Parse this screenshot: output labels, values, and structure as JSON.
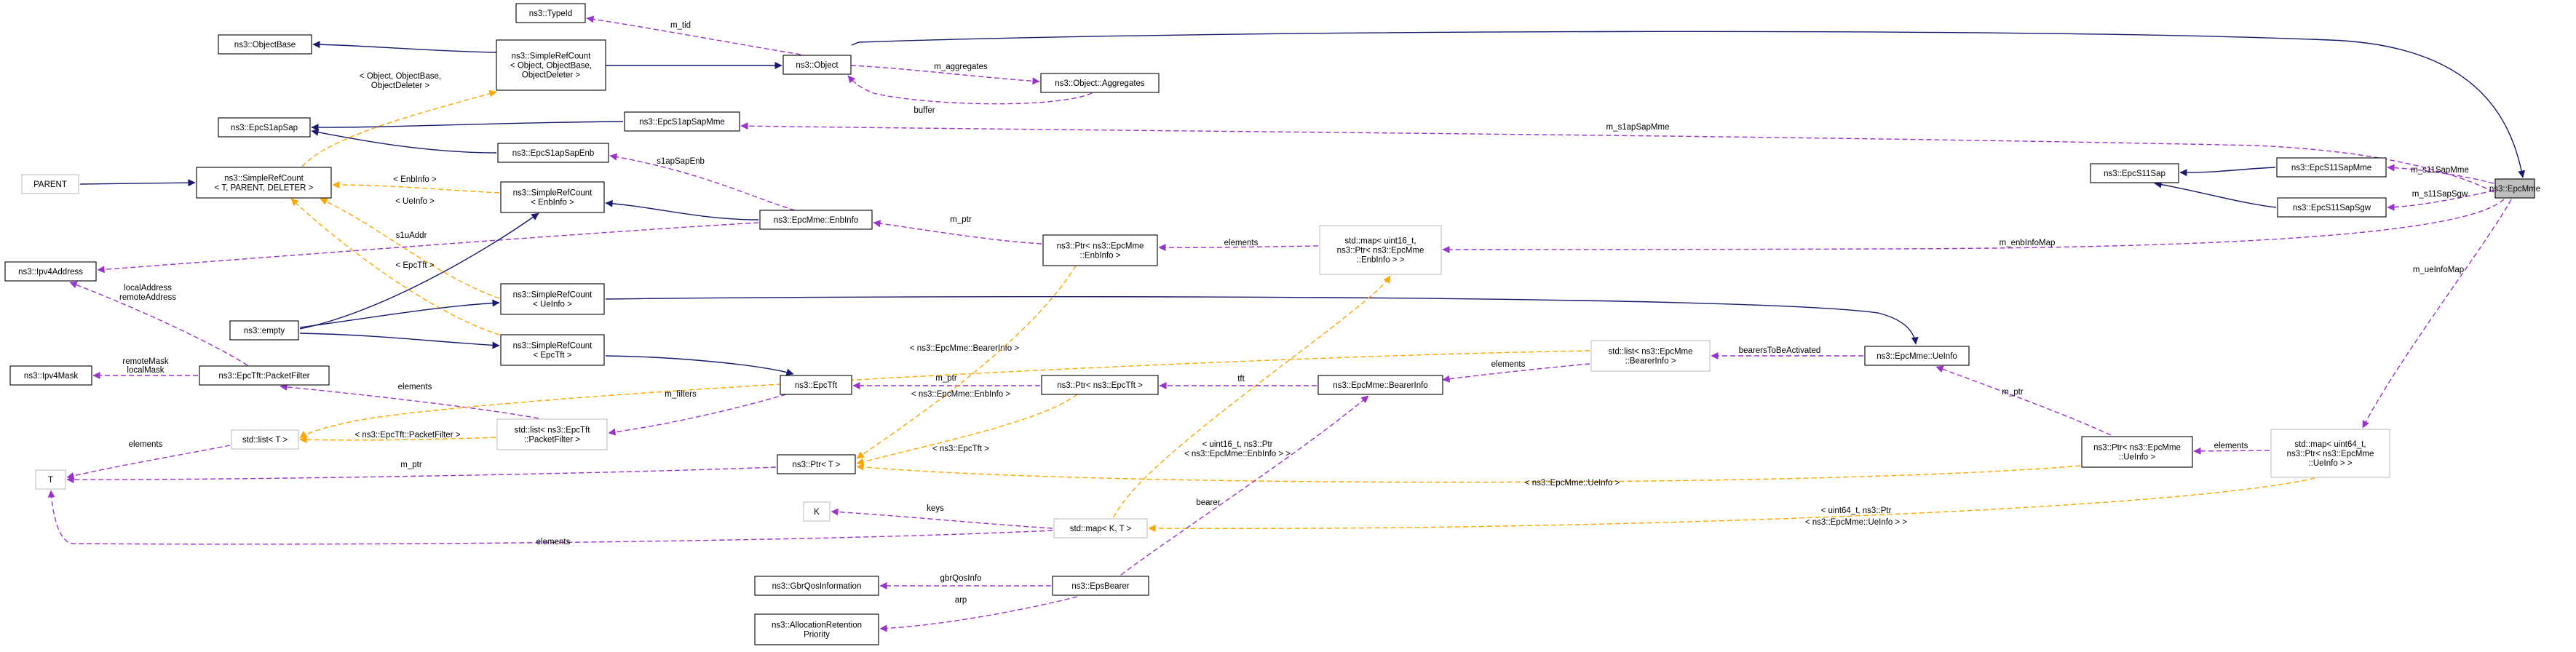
{
  "nodes": [
    {
      "id": "EpcMme",
      "lines": [
        "ns3::EpcMme"
      ],
      "style": "focus"
    },
    {
      "id": "Object",
      "lines": [
        "ns3::Object"
      ],
      "style": "normal"
    },
    {
      "id": "TypeId",
      "lines": [
        "ns3::TypeId"
      ],
      "style": "normal"
    },
    {
      "id": "ObjectBase",
      "lines": [
        "ns3::ObjectBase"
      ],
      "style": "normal"
    },
    {
      "id": "SRCObject",
      "lines": [
        "ns3::SimpleRefCount",
        "< Object, ObjectBase,",
        "ObjectDeleter >"
      ],
      "style": "normal"
    },
    {
      "id": "Aggregates",
      "lines": [
        "ns3::Object::Aggregates"
      ],
      "style": "normal"
    },
    {
      "id": "EpcS1apSap",
      "lines": [
        "ns3::EpcS1apSap"
      ],
      "style": "normal"
    },
    {
      "id": "EpcS1apSapMme",
      "lines": [
        "ns3::EpcS1apSapMme"
      ],
      "style": "normal"
    },
    {
      "id": "EpcS1apSapEnb",
      "lines": [
        "ns3::EpcS1apSapEnb"
      ],
      "style": "normal"
    },
    {
      "id": "PARENT",
      "lines": [
        "PARENT"
      ],
      "style": "gray"
    },
    {
      "id": "SRCTpl",
      "lines": [
        "ns3::SimpleRefCount",
        "< T, PARENT, DELETER >"
      ],
      "style": "normal"
    },
    {
      "id": "SRCEnbInfo",
      "lines": [
        "ns3::SimpleRefCount",
        "< EnbInfo >"
      ],
      "style": "normal"
    },
    {
      "id": "EnbInfo",
      "lines": [
        "ns3::EpcMme::EnbInfo"
      ],
      "style": "normal"
    },
    {
      "id": "Ipv4Address",
      "lines": [
        "ns3::Ipv4Address"
      ],
      "style": "normal"
    },
    {
      "id": "Empty",
      "lines": [
        "ns3::empty"
      ],
      "style": "normal"
    },
    {
      "id": "SRCUeInfo",
      "lines": [
        "ns3::SimpleRefCount",
        "< UeInfo >"
      ],
      "style": "normal"
    },
    {
      "id": "SRCEpcTft",
      "lines": [
        "ns3::SimpleRefCount",
        "< EpcTft >"
      ],
      "style": "normal"
    },
    {
      "id": "Ipv4Mask",
      "lines": [
        "ns3::Ipv4Mask"
      ],
      "style": "normal"
    },
    {
      "id": "PacketFilter",
      "lines": [
        "ns3::EpcTft::PacketFilter"
      ],
      "style": "normal"
    },
    {
      "id": "ListT",
      "lines": [
        "std::list< T >"
      ],
      "style": "gray"
    },
    {
      "id": "ListPF",
      "lines": [
        "std::list< ns3::EpcTft",
        "::PacketFilter >"
      ],
      "style": "gray"
    },
    {
      "id": "EpcTft",
      "lines": [
        "ns3::EpcTft"
      ],
      "style": "normal"
    },
    {
      "id": "PtrEnbInfo",
      "lines": [
        "ns3::Ptr< ns3::EpcMme",
        "::EnbInfo >"
      ],
      "style": "normal"
    },
    {
      "id": "MapEnb",
      "lines": [
        "std::map< uint16_t,",
        "ns3::Ptr< ns3::EpcMme",
        "::EnbInfo > >"
      ],
      "style": "gray"
    },
    {
      "id": "ListBearer",
      "lines": [
        "std::list< ns3::EpcMme",
        "::BearerInfo >"
      ],
      "style": "gray"
    },
    {
      "id": "UeInfo",
      "lines": [
        "ns3::EpcMme::UeInfo"
      ],
      "style": "normal"
    },
    {
      "id": "EpcS11Sap",
      "lines": [
        "ns3::EpcS11Sap"
      ],
      "style": "normal"
    },
    {
      "id": "EpcS11SapMme",
      "lines": [
        "ns3::EpcS11SapMme"
      ],
      "style": "normal"
    },
    {
      "id": "EpcS11SapSgw",
      "lines": [
        "ns3::EpcS11SapSgw"
      ],
      "style": "normal"
    },
    {
      "id": "T",
      "lines": [
        "T"
      ],
      "style": "gray"
    },
    {
      "id": "PtrT",
      "lines": [
        "ns3::Ptr< T >"
      ],
      "style": "normal"
    },
    {
      "id": "PtrEpcTft",
      "lines": [
        "ns3::Ptr< ns3::EpcTft >"
      ],
      "style": "normal"
    },
    {
      "id": "BearerInfo",
      "lines": [
        "ns3::EpcMme::BearerInfo"
      ],
      "style": "normal"
    },
    {
      "id": "PtrUeInfo",
      "lines": [
        "ns3::Ptr< ns3::EpcMme",
        "::UeInfo >"
      ],
      "style": "normal"
    },
    {
      "id": "MapUe",
      "lines": [
        "std::map< uint64_t,",
        "ns3::Ptr< ns3::EpcMme",
        "::UeInfo > >"
      ],
      "style": "gray"
    },
    {
      "id": "K",
      "lines": [
        "K"
      ],
      "style": "gray"
    },
    {
      "id": "MapKT",
      "lines": [
        "std::map< K, T >"
      ],
      "style": "gray"
    },
    {
      "id": "EpsBearer",
      "lines": [
        "ns3::EpsBearer"
      ],
      "style": "normal"
    },
    {
      "id": "GbrQos",
      "lines": [
        "ns3::GbrQosInformation"
      ],
      "style": "normal"
    },
    {
      "id": "AllocRet",
      "lines": [
        "ns3::AllocationRetention",
        "Priority"
      ],
      "style": "normal"
    }
  ],
  "edges": [
    {
      "from": "Object",
      "to": "EpcMme",
      "kind": "inherit",
      "label": []
    },
    {
      "from": "SRCObject",
      "to": "Object",
      "kind": "inherit",
      "label": []
    },
    {
      "from": "ObjectBase",
      "to": "SRCObject",
      "kind": "inherit",
      "label": []
    },
    {
      "from": "TypeId",
      "to": "Object",
      "kind": "use",
      "label": [
        "m_tid"
      ]
    },
    {
      "from": "Object",
      "to": "Aggregates",
      "kind": "use",
      "label": [
        "m_aggregates"
      ]
    },
    {
      "from": "Aggregates",
      "to": "Object",
      "kind": "use",
      "label": [
        "buffer"
      ]
    },
    {
      "from": "SRCTpl",
      "to": "SRCObject",
      "kind": "template",
      "label": [
        "< Object, ObjectBase,",
        "ObjectDeleter >"
      ]
    },
    {
      "from": "EpcS1apSap",
      "to": "EpcS1apSapMme",
      "kind": "inherit",
      "label": []
    },
    {
      "from": "EpcS1apSap",
      "to": "EpcS1apSapEnb",
      "kind": "inherit",
      "label": []
    },
    {
      "from": "EpcS1apSapMme",
      "to": "EpcMme",
      "kind": "use",
      "label": [
        "m_s1apSapMme"
      ]
    },
    {
      "from": "PARENT",
      "to": "SRCTpl",
      "kind": "inherit",
      "label": []
    },
    {
      "from": "SRCTpl",
      "to": "SRCEnbInfo",
      "kind": "template",
      "label": [
        "< EnbInfo >"
      ]
    },
    {
      "from": "SRCTpl",
      "to": "SRCUeInfo",
      "kind": "template",
      "label": [
        "< UeInfo >"
      ]
    },
    {
      "from": "SRCTpl",
      "to": "SRCEpcTft",
      "kind": "template",
      "label": [
        "< EpcTft >"
      ]
    },
    {
      "from": "SRCEnbInfo",
      "to": "EnbInfo",
      "kind": "inherit",
      "label": []
    },
    {
      "from": "EpcS1apSapEnb",
      "to": "EnbInfo",
      "kind": "use",
      "label": [
        "s1apSapEnb"
      ]
    },
    {
      "from": "Ipv4Address",
      "to": "EnbInfo",
      "kind": "use",
      "label": [
        "s1uAddr"
      ]
    },
    {
      "from": "Empty",
      "to": "SRCEnbInfo",
      "kind": "inherit",
      "label": []
    },
    {
      "from": "Empty",
      "to": "SRCUeInfo",
      "kind": "inherit",
      "label": []
    },
    {
      "from": "Empty",
      "to": "SRCEpcTft",
      "kind": "inherit",
      "label": []
    },
    {
      "from": "SRCUeInfo",
      "to": "UeInfo",
      "kind": "inherit",
      "label": []
    },
    {
      "from": "SRCEpcTft",
      "to": "EpcTft",
      "kind": "inherit",
      "label": []
    },
    {
      "from": "PacketFilter",
      "to": "Ipv4Address",
      "kind": "use",
      "label": [
        "localAddress",
        "remoteAddress"
      ]
    },
    {
      "from": "Ipv4Mask",
      "to": "PacketFilter",
      "kind": "use",
      "label": [
        "remoteMask",
        "localMask"
      ]
    },
    {
      "from": "ListPF",
      "to": "PacketFilter",
      "kind": "use",
      "label": [
        "elements"
      ]
    },
    {
      "from": "ListT",
      "to": "ListPF",
      "kind": "template",
      "label": [
        "< ns3::EpcTft::PacketFilter >"
      ]
    },
    {
      "from": "ListT",
      "to": "ListBearer",
      "kind": "template",
      "label": [
        "< ns3::EpcMme::BearerInfo >"
      ]
    },
    {
      "from": "ListPF",
      "to": "EpcTft",
      "kind": "use",
      "label": [
        "m_filters"
      ]
    },
    {
      "from": "T",
      "to": "ListT",
      "kind": "use",
      "label": [
        "elements"
      ]
    },
    {
      "from": "PtrT",
      "to": "T",
      "kind": "use",
      "label": [
        "m_ptr"
      ]
    },
    {
      "from": "MapKT",
      "to": "T",
      "kind": "use",
      "label": [
        "elements"
      ]
    },
    {
      "from": "EpcTft",
      "to": "PtrEpcTft",
      "kind": "use",
      "label": [
        "m_ptr"
      ]
    },
    {
      "from": "PtrT",
      "to": "PtrEpcTft",
      "kind": "template",
      "label": [
        "< ns3::EpcTft >"
      ]
    },
    {
      "from": "PtrT",
      "to": "PtrEnbInfo",
      "kind": "template",
      "label": [
        "< ns3::EpcMme::EnbInfo >"
      ]
    },
    {
      "from": "PtrT",
      "to": "PtrUeInfo",
      "kind": "template",
      "label": [
        "< ns3::EpcMme::UeInfo >"
      ]
    },
    {
      "from": "EnbInfo",
      "to": "PtrEnbInfo",
      "kind": "use",
      "label": [
        "m_ptr"
      ]
    },
    {
      "from": "PtrEnbInfo",
      "to": "MapEnb",
      "kind": "use",
      "label": [
        "elements"
      ]
    },
    {
      "from": "MapEnb",
      "to": "EpcMme",
      "kind": "use",
      "label": [
        "m_enbInfoMap"
      ]
    },
    {
      "from": "MapKT",
      "to": "MapEnb",
      "kind": "template",
      "label": [
        "< uint16_t, ns3::Ptr",
        "< ns3::EpcMme::EnbInfo > >"
      ]
    },
    {
      "from": "MapKT",
      "to": "MapUe",
      "kind": "template",
      "label": [
        "< uint64_t, ns3::Ptr",
        "< ns3::EpcMme::UeInfo > >"
      ]
    },
    {
      "from": "BearerInfo",
      "to": "ListBearer",
      "kind": "use",
      "label": [
        "elements"
      ]
    },
    {
      "from": "ListBearer",
      "to": "UeInfo",
      "kind": "use",
      "label": [
        "bearersToBeActivated"
      ]
    },
    {
      "from": "PtrEpcTft",
      "to": "BearerInfo",
      "kind": "use",
      "label": [
        "tft"
      ]
    },
    {
      "from": "EpsBearer",
      "to": "BearerInfo",
      "kind": "use",
      "label": [
        "bearer"
      ]
    },
    {
      "from": "UeInfo",
      "to": "PtrUeInfo",
      "kind": "use",
      "label": [
        "m_ptr"
      ]
    },
    {
      "from": "PtrUeInfo",
      "to": "MapUe",
      "kind": "use",
      "label": [
        "elements"
      ]
    },
    {
      "from": "MapUe",
      "to": "EpcMme",
      "kind": "use",
      "label": [
        "m_ueInfoMap"
      ]
    },
    {
      "from": "EpcS11Sap",
      "to": "EpcS11SapMme",
      "kind": "inherit",
      "label": []
    },
    {
      "from": "EpcS11Sap",
      "to": "EpcS11SapSgw",
      "kind": "inherit",
      "label": []
    },
    {
      "from": "EpcS11SapMme",
      "to": "EpcMme",
      "kind": "use",
      "label": [
        "m_s11SapMme"
      ]
    },
    {
      "from": "EpcS11SapSgw",
      "to": "EpcMme",
      "kind": "use",
      "label": [
        "m_s11SapSgw"
      ]
    },
    {
      "from": "K",
      "to": "MapKT",
      "kind": "use",
      "label": [
        "keys"
      ]
    },
    {
      "from": "GbrQos",
      "to": "EpsBearer",
      "kind": "use",
      "label": [
        "gbrQosInfo"
      ]
    },
    {
      "from": "AllocRet",
      "to": "EpsBearer",
      "kind": "use",
      "label": [
        "arp"
      ]
    }
  ],
  "colors": {
    "inherit": "#191970",
    "use": "#9a32cd",
    "template": "#ffa500",
    "focus_fill": "#bfbfbf",
    "external_border": "#bfbfbf"
  }
}
